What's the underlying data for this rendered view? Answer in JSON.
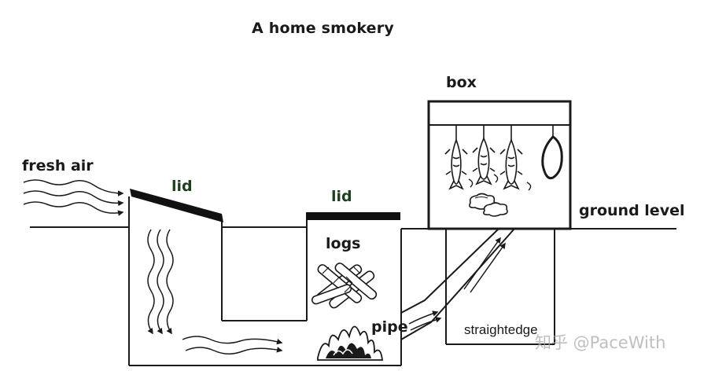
{
  "title": "A home smokery",
  "labels": {
    "box": "box",
    "fresh_air": "fresh air",
    "lid_left": "lid",
    "lid_right": "lid",
    "ground_level": "ground level",
    "logs": "logs",
    "pipe": "pipe",
    "straightedge": "straightedge"
  },
  "watermark": "知乎 @PaceWith",
  "colors": {
    "line": "#1a1a1a",
    "lid_label": "#1e3f1e",
    "watermark": "#aaaaaa"
  }
}
